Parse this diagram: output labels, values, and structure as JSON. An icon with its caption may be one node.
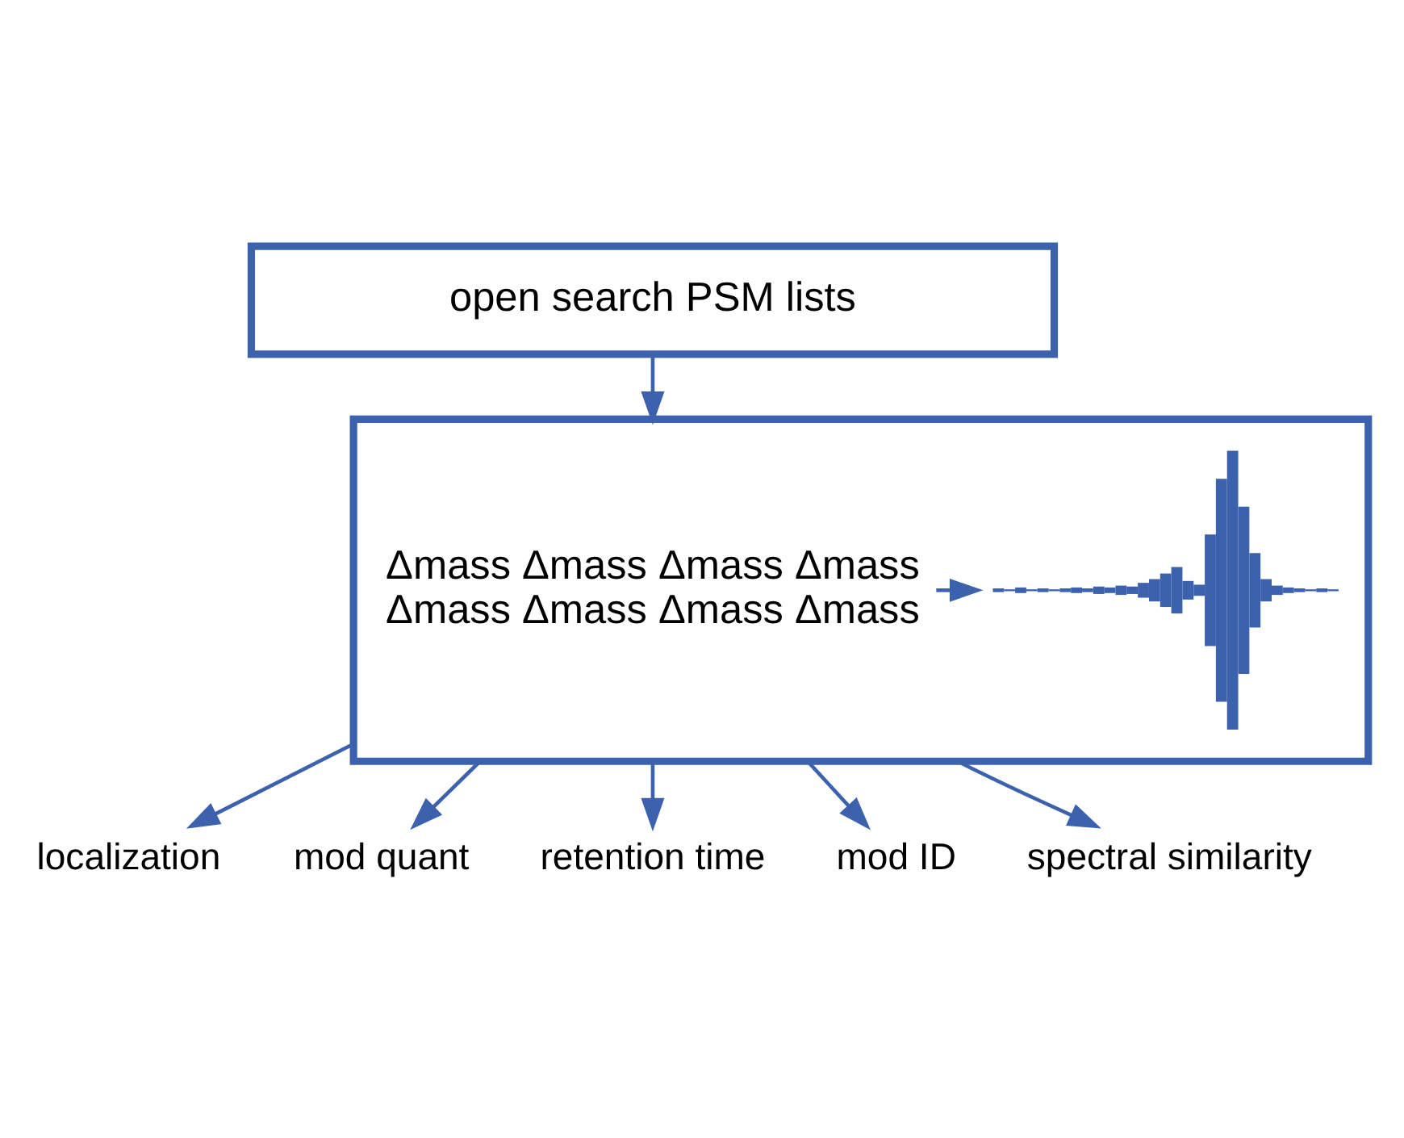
{
  "diagram": {
    "nodes": [
      {
        "text": [
          "open search PSM lists"
        ]
      },
      {
        "text": [],
        "shape": "box"
      },
      {
        "text": [
          "Δmass Δmass Δmass Δmass",
          "Δmass Δmass Δmass Δmass"
        ],
        "in": 1
      },
      {
        "text": [],
        "shape": "picture",
        "in": 1
      },
      {
        "text": [
          "localization"
        ]
      },
      {
        "text": [
          "mod quant"
        ]
      },
      {
        "text": [
          "retention time"
        ]
      },
      {
        "text": [
          "mod ID"
        ]
      },
      {
        "text": [
          "spectral similarity"
        ]
      }
    ],
    "edges": [
      {
        "from": 0,
        "to": 1,
        "arrow": "to"
      },
      {
        "from": 2,
        "to": 3,
        "arrow": "to"
      },
      {
        "from": 1,
        "to": 4,
        "arrow": "to"
      },
      {
        "from": 1,
        "to": 5,
        "arrow": "to"
      },
      {
        "from": 1,
        "to": 6,
        "arrow": "to"
      },
      {
        "from": 1,
        "to": 7,
        "arrow": "to"
      },
      {
        "from": 1,
        "to": 8,
        "arrow": "to"
      }
    ]
  }
}
